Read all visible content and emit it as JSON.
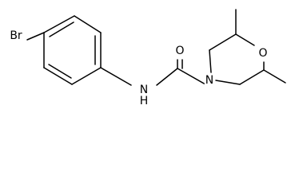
{
  "molecule": {
    "atoms": {
      "bromine": "Br",
      "amide_nitrogen": "N",
      "amide_hydrogen": "H",
      "carbonyl_oxygen": "O",
      "ring_nitrogen": "N",
      "ring_oxygen": "O"
    }
  },
  "colors": {
    "bond": "#000000",
    "background": "#ffffff"
  }
}
